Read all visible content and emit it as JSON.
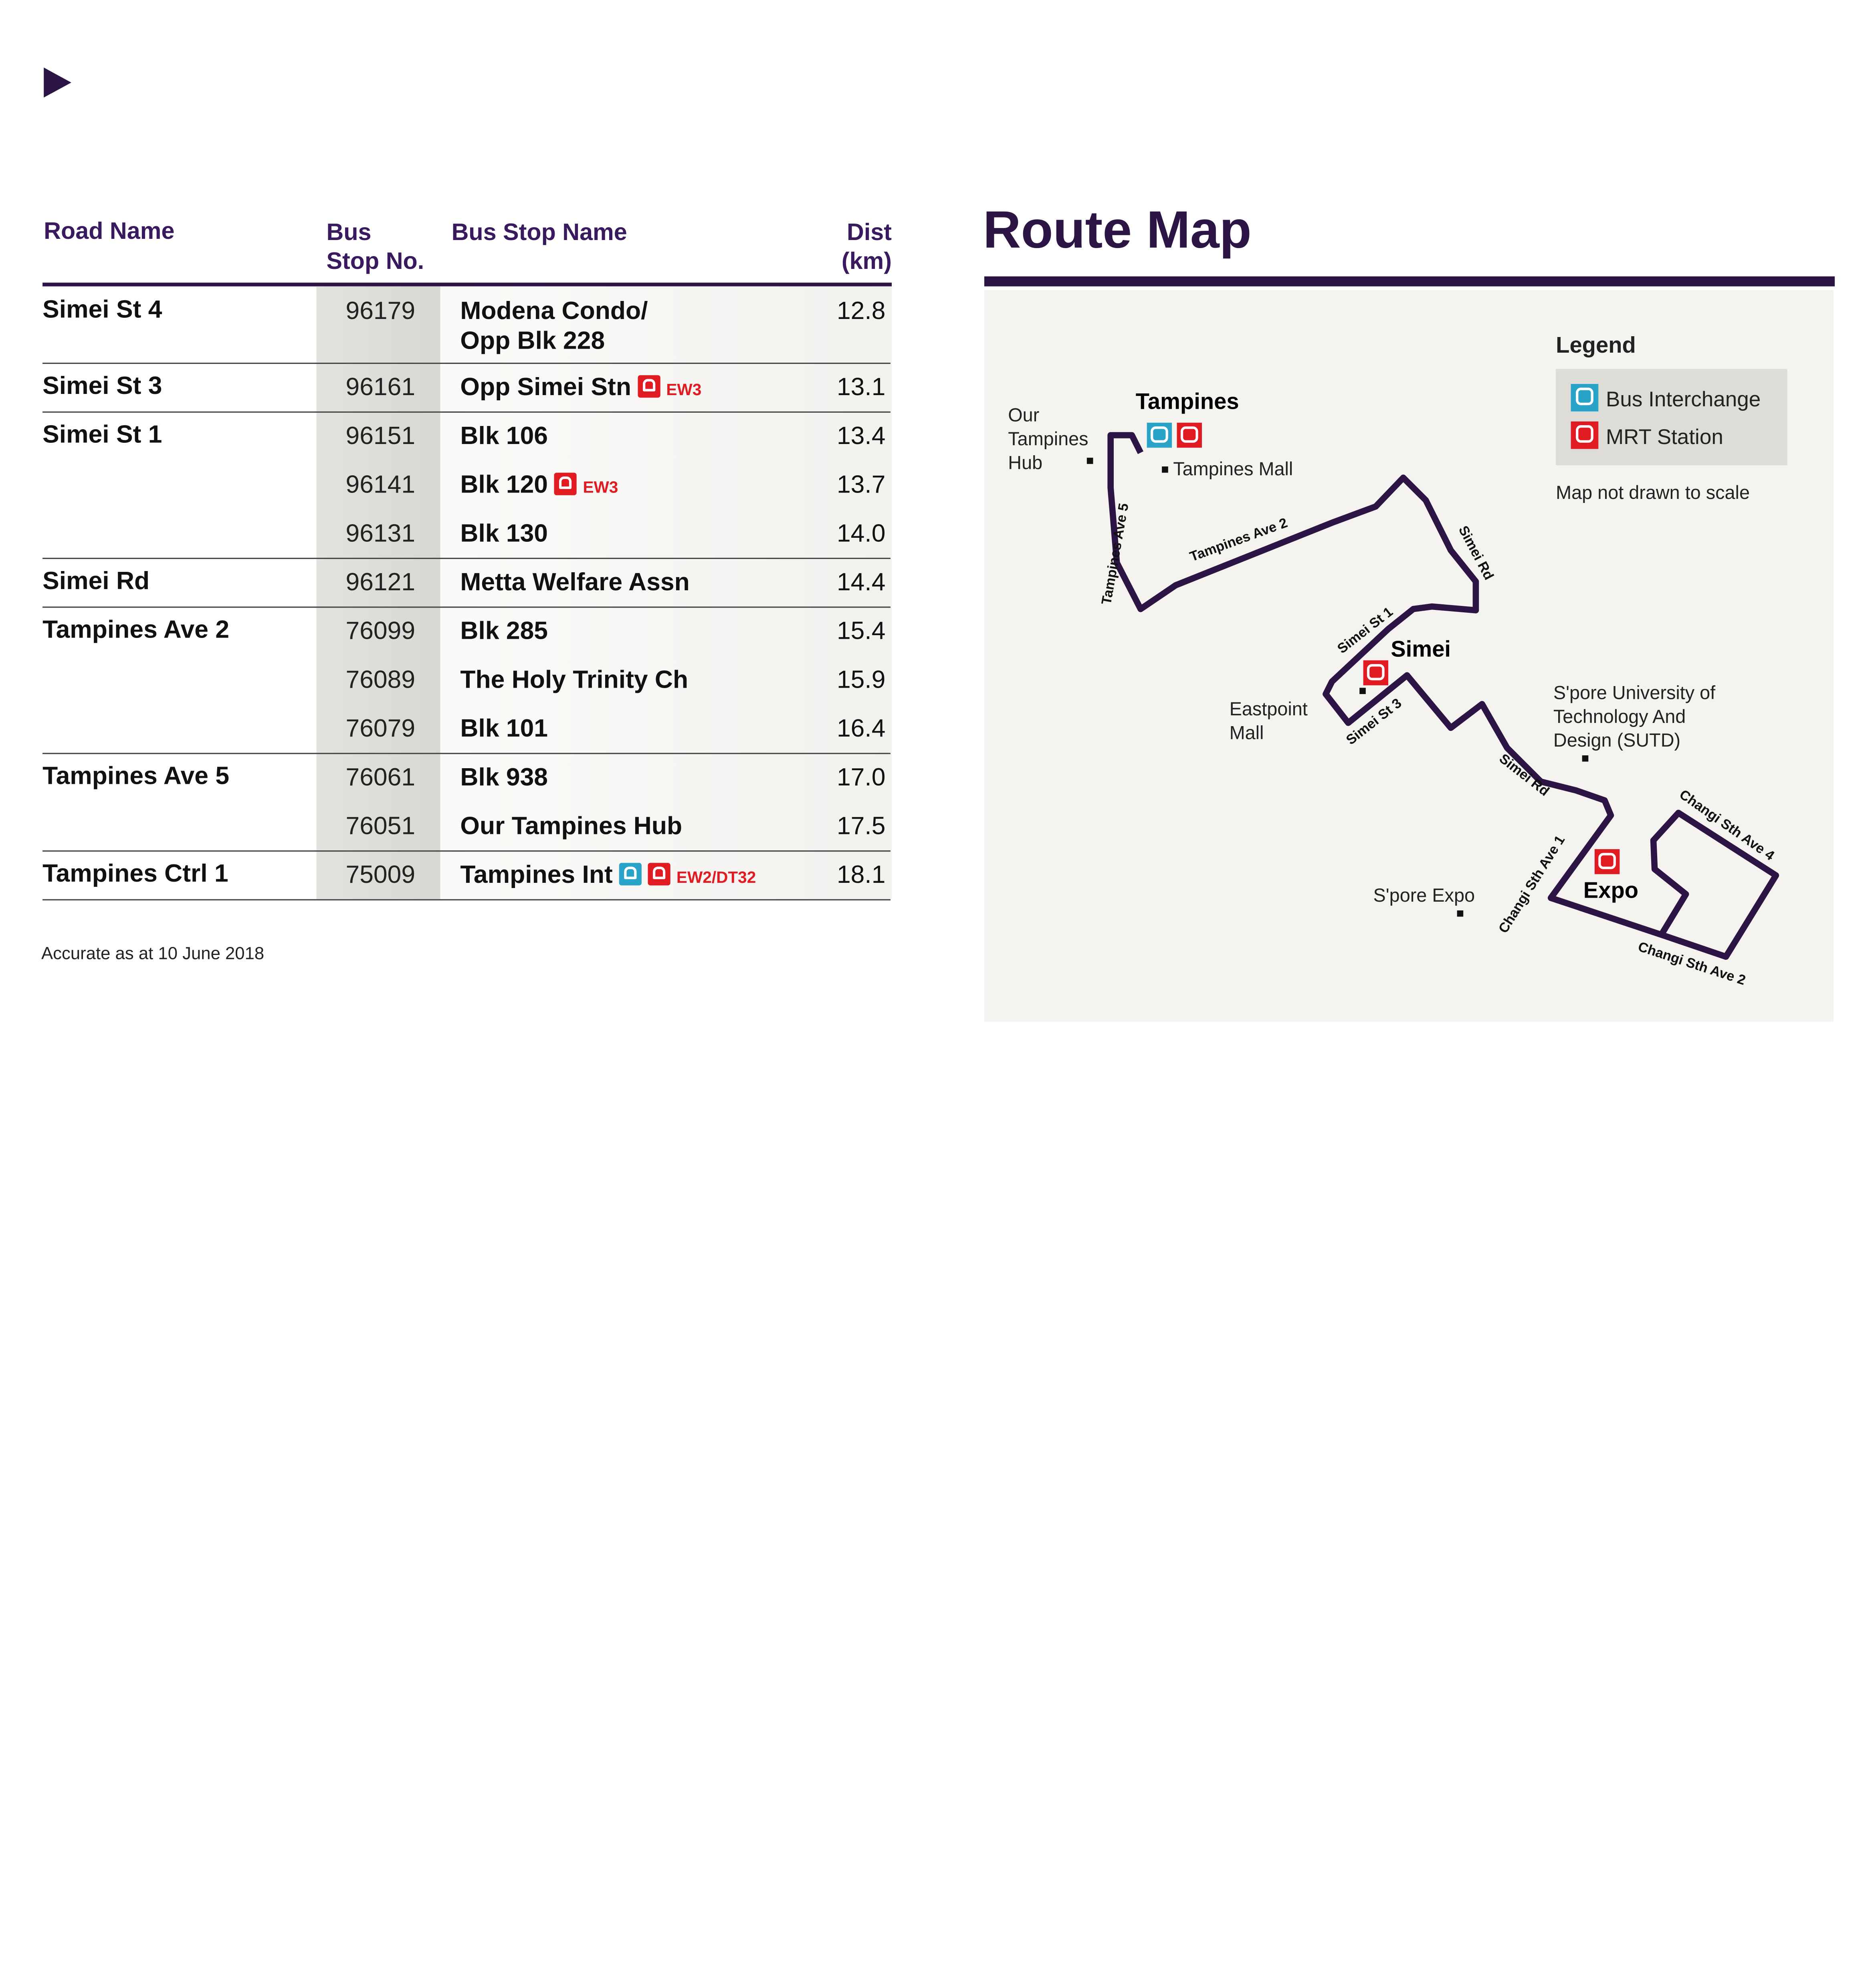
{
  "colors": {
    "purple": "#2c1545",
    "mrt": "#e01b22",
    "bus": "#2aa3c9"
  },
  "table": {
    "headers": {
      "road": "Road Name",
      "stop_no_1": "Bus",
      "stop_no_2": "Stop No.",
      "stop_name": "Bus Stop Name",
      "dist_1": "Dist",
      "dist_2": "(km)"
    },
    "groups": [
      {
        "road": "Simei St 4",
        "stops": [
          {
            "no": "96179",
            "name": "Modena Condo/",
            "name2": "Opp Blk 228",
            "dist": "12.8"
          }
        ]
      },
      {
        "road": "Simei St 3",
        "stops": [
          {
            "no": "96161",
            "name": "Opp Simei Stn",
            "icons": [
              "mrt"
            ],
            "code": "EW3",
            "dist": "13.1"
          }
        ]
      },
      {
        "road": "Simei St 1",
        "stops": [
          {
            "no": "96151",
            "name": "Blk 106",
            "dist": "13.4"
          },
          {
            "no": "96141",
            "name": "Blk 120",
            "icons": [
              "mrt"
            ],
            "code": "EW3",
            "dist": "13.7"
          },
          {
            "no": "96131",
            "name": "Blk 130",
            "dist": "14.0"
          }
        ]
      },
      {
        "road": "Simei Rd",
        "stops": [
          {
            "no": "96121",
            "name": "Metta Welfare Assn",
            "dist": "14.4"
          }
        ]
      },
      {
        "road": "Tampines Ave 2",
        "stops": [
          {
            "no": "76099",
            "name": "Blk 285",
            "dist": "15.4"
          },
          {
            "no": "76089",
            "name": "The Holy Trinity Ch",
            "dist": "15.9"
          },
          {
            "no": "76079",
            "name": "Blk 101",
            "dist": "16.4"
          }
        ]
      },
      {
        "road": "Tampines Ave 5",
        "stops": [
          {
            "no": "76061",
            "name": "Blk 938",
            "dist": "17.0"
          },
          {
            "no": "76051",
            "name": "Our Tampines Hub",
            "dist": "17.5"
          }
        ]
      },
      {
        "road": "Tampines Ctrl 1",
        "stops": [
          {
            "no": "75009",
            "name": "Tampines Int",
            "icons": [
              "bus",
              "mrt"
            ],
            "code": "EW2/DT32",
            "dist": "18.1"
          }
        ]
      }
    ],
    "footnote": "Accurate as at 10 June 2018"
  },
  "map": {
    "title": "Route Map",
    "legend": {
      "title": "Legend",
      "bus": "Bus Interchange",
      "mrt": "MRT Station",
      "note": "Map not drawn to scale"
    },
    "places": {
      "tampines": "Tampines",
      "simei": "Simei",
      "expo": "Expo",
      "hub_1": "Our",
      "hub_2": "Tampines",
      "hub_3": "Hub",
      "mall": "Tampines Mall",
      "eastpoint_1": "Eastpoint",
      "eastpoint_2": "Mall",
      "sutd_1": "S'pore University of",
      "sutd_2": "Technology And",
      "sutd_3": "Design (SUTD)",
      "spore_expo": "S'pore Expo"
    },
    "roads": {
      "ave5": "Tampines Ave 5",
      "ave2": "Tampines Ave 2",
      "simei_rd_1": "Simei Rd",
      "simei_st1": "Simei St 1",
      "simei_st3": "Simei St 3",
      "simei_rd_2": "Simei  Rd",
      "csa1": "Changi Sth Ave 1",
      "csa4": "Changi Sth Ave 4",
      "csa2": "Changi Sth Ave 2"
    }
  }
}
